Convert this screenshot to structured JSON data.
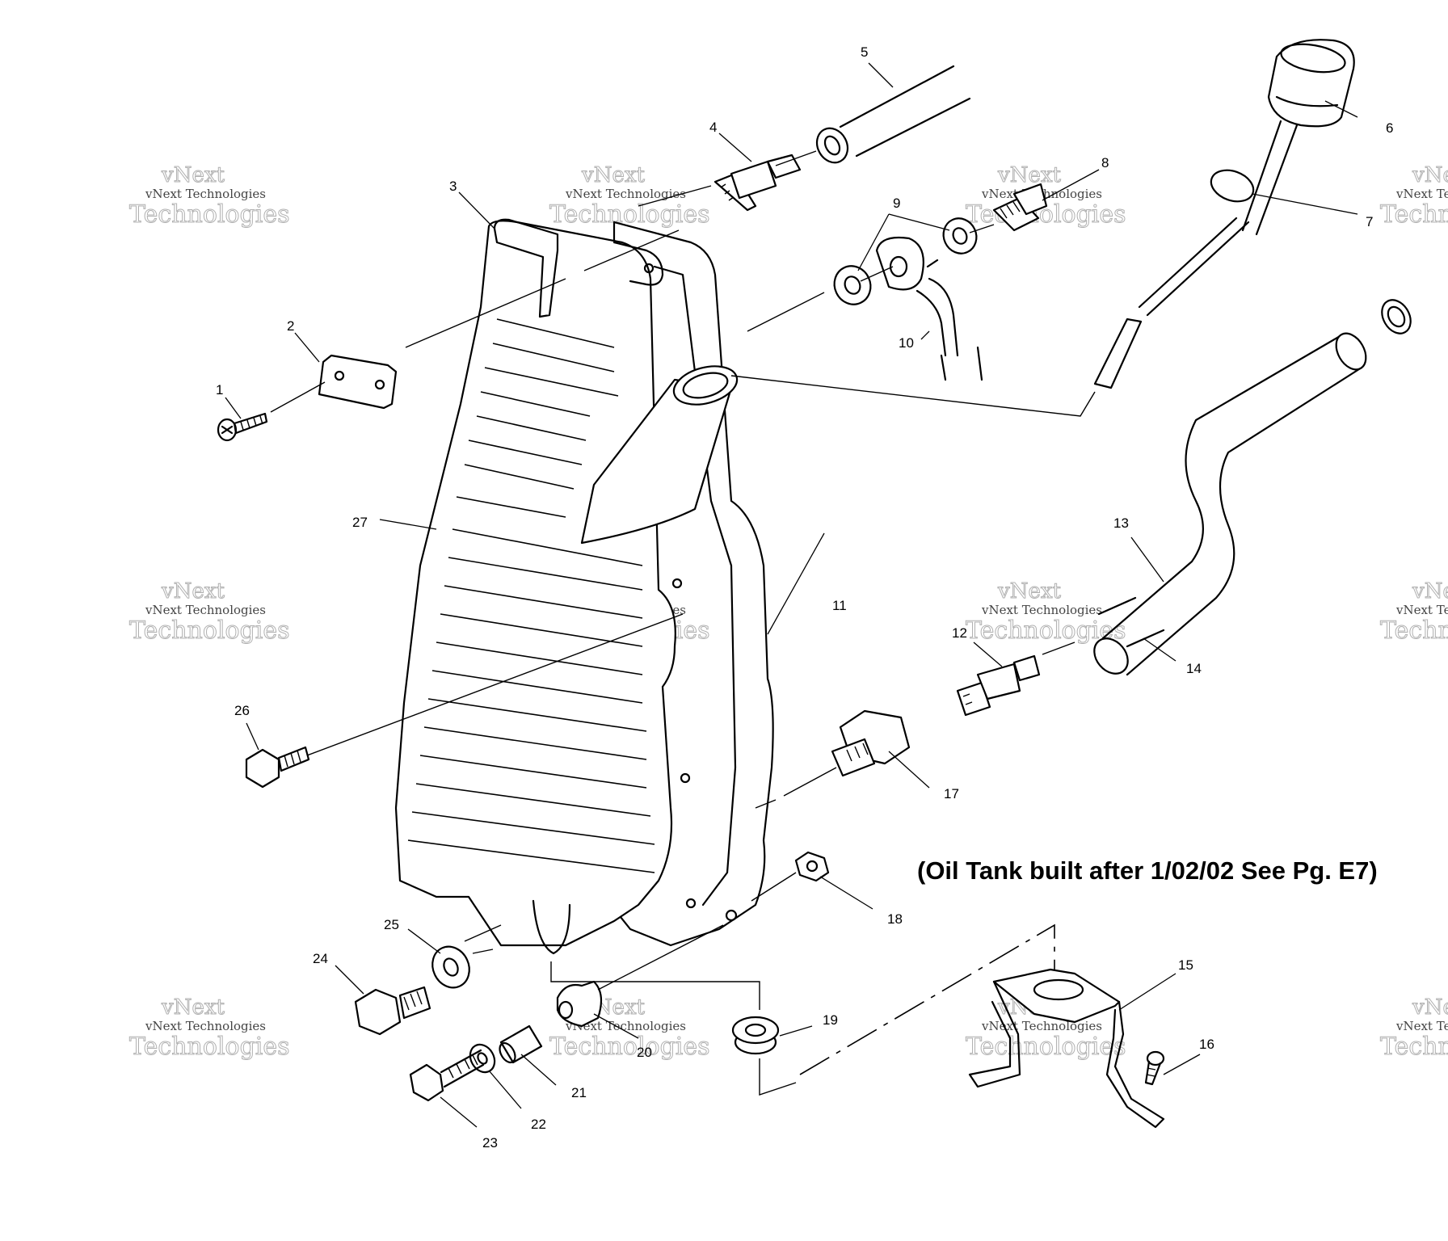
{
  "note": "(Oil Tank built after 1/02/02 See Pg. E7)",
  "watermark": {
    "line1": "vNext",
    "line2": "vNext Technologies",
    "line3": "Technologies"
  },
  "callouts": [
    "1",
    "2",
    "3",
    "4",
    "5",
    "6",
    "7",
    "8",
    "9",
    "10",
    "11",
    "12",
    "13",
    "14",
    "15",
    "16",
    "17",
    "18",
    "19",
    "20",
    "21",
    "22",
    "23",
    "24",
    "25",
    "26",
    "27"
  ]
}
